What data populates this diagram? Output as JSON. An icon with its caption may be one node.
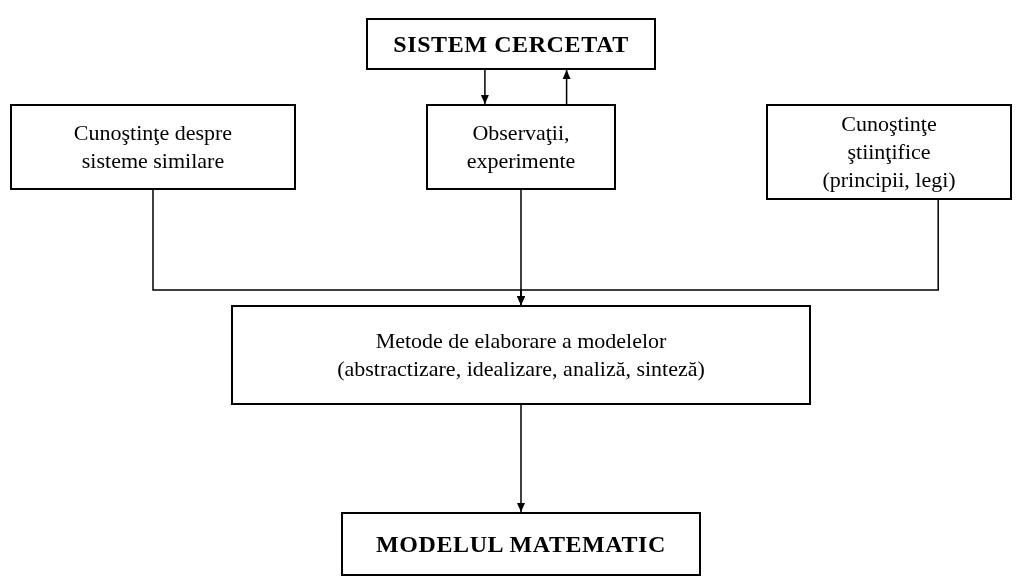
{
  "diagram": {
    "nodes": [
      {
        "text": [
          "SISTEM CERCETAT"
        ]
      },
      {
        "text": [
          "Cunoştinţe despre sisteme similare"
        ]
      },
      {
        "text": [
          "Observaţii, experimente"
        ]
      },
      {
        "text": [
          "Cunoştinţe ştiinţifice (principii, legi)"
        ]
      },
      {
        "text": [
          "Metode de elaborare a modelelor",
          "(abstractizare, idealizare, analiză, sinteză)"
        ]
      },
      {
        "text": [
          "MODELUL MATEMATIC"
        ]
      }
    ],
    "edges": [
      {
        "from": 0,
        "to": 2,
        "arrow": "to"
      },
      {
        "from": 2,
        "to": 0,
        "arrow": "to"
      },
      {
        "from": 1,
        "to": 4,
        "arrow": "to"
      },
      {
        "from": 2,
        "to": 4,
        "arrow": "to"
      },
      {
        "from": 3,
        "to": 4,
        "arrow": "to"
      },
      {
        "from": 4,
        "to": 5,
        "arrow": "to"
      }
    ]
  }
}
